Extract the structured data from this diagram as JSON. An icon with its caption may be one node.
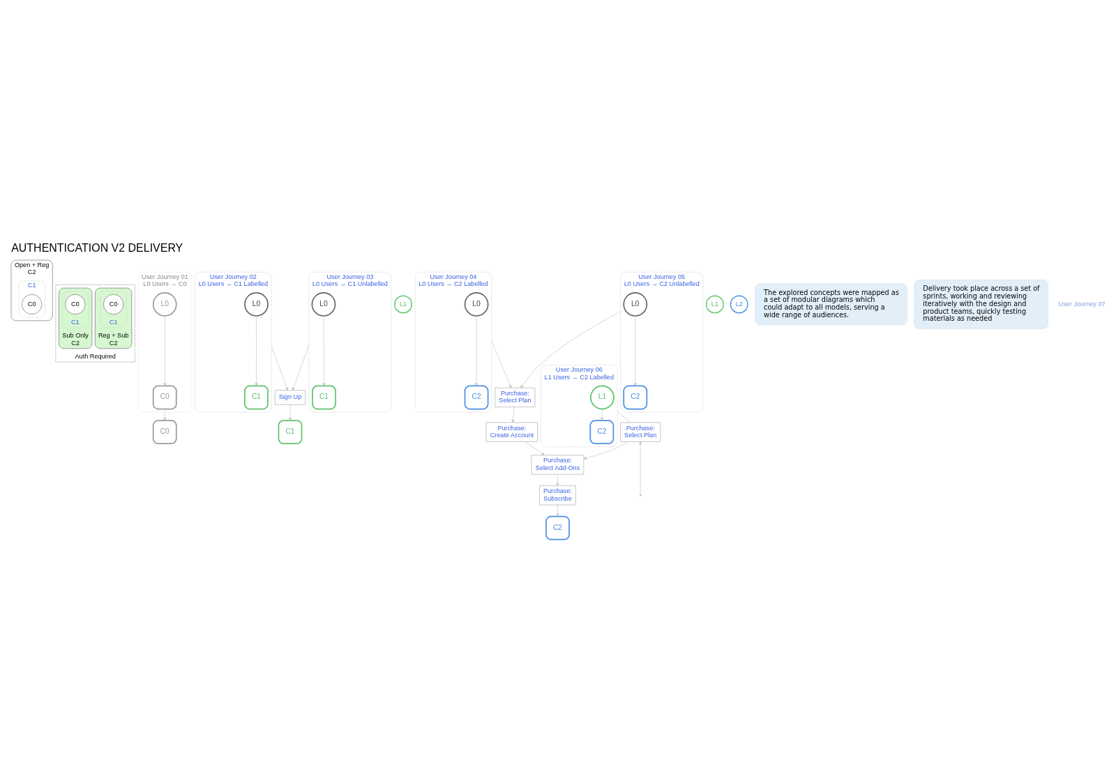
{
  "diagram": {
    "title": "AUTHENTICATION V2 DELIVERY",
    "nodes": [
      {
        "text": [
          "C2"
        ],
        "beside": [
          "Open + Reg"
        ]
      },
      {
        "text": [
          "C1"
        ],
        "in": 0
      },
      {
        "text": [
          "C0"
        ],
        "in": 1
      },
      {
        "text": [
          "Auth Required"
        ]
      },
      {
        "text": [
          "C2"
        ],
        "in": 3,
        "beside": [
          "Reg + Sub"
        ]
      },
      {
        "text": [
          "C1"
        ],
        "in": 4
      },
      {
        "text": [
          "C0"
        ],
        "in": 5
      },
      {
        "text": [
          "C2"
        ],
        "in": 3,
        "beside": [
          "Sub Only"
        ]
      },
      {
        "text": [
          "C1"
        ],
        "in": 7
      },
      {
        "text": [
          "C0"
        ],
        "in": 8
      },
      {
        "text": [
          "User Journey 01",
          "L0 Users → C0"
        ]
      },
      {
        "text": [
          "L0"
        ],
        "in": 10
      },
      {
        "text": [
          "C0"
        ],
        "in": 10
      },
      {
        "text": [
          "C0"
        ]
      },
      {
        "text": [
          "User Journey 02",
          "L0 Users → C1 Labelled"
        ]
      },
      {
        "text": [
          "L0"
        ],
        "in": 14
      },
      {
        "text": [
          "C1"
        ],
        "in": 14
      },
      {
        "text": [
          "Sign Up"
        ]
      },
      {
        "text": [
          "L1"
        ]
      },
      {
        "text": [
          "C1"
        ]
      },
      {
        "text": [
          "User Journey 03",
          "L0 Users → C1 Unlabelled"
        ]
      },
      {
        "text": [
          "L0"
        ],
        "in": 20
      },
      {
        "text": [
          "C1"
        ],
        "in": 20
      },
      {
        "text": [
          "User Journey 04",
          "L0 Users → C2 Labelled"
        ]
      },
      {
        "text": [
          "L0"
        ],
        "in": 23
      },
      {
        "text": [
          "C2"
        ],
        "in": 23
      },
      {
        "text": [
          "User Journey 05",
          "L0 Users → C2 Unlabelled"
        ]
      },
      {
        "text": [
          "L0"
        ],
        "in": 26
      },
      {
        "text": [
          "C2"
        ],
        "in": 26
      },
      {
        "text": [
          "Purchase: Select Plan"
        ]
      },
      {
        "text": [
          "Purchase: Create Account"
        ]
      },
      {
        "text": [
          "L1"
        ]
      },
      {
        "text": [
          "Purchase: Select Add-Ons"
        ]
      },
      {
        "text": [
          "Purchase: Subscribe"
        ]
      },
      {
        "text": [
          "L2"
        ]
      },
      {
        "text": [
          "C2"
        ]
      },
      {
        "text": [
          "Purchase: Select Plan"
        ]
      },
      {
        "text": [
          "User Journey 06",
          "L1 Users → C2 Labelled"
        ]
      },
      {
        "text": [
          "L1"
        ],
        "in": 37
      },
      {
        "text": [
          "C2"
        ],
        "in": 37
      },
      {
        "text": [
          "The explored concepts were mapped as a set of modular diagrams which could adapt to all models, serving a wide range of audiences."
        ]
      },
      {
        "text": [
          "Delivery took place across a set of sprints, working and reviewing iteratively with the design and product teams, quickly testing materials as needed"
        ]
      }
    ],
    "edges": [
      {
        "from": 11,
        "to": 12,
        "arrow": "to"
      },
      {
        "from": 12,
        "to": 13,
        "arrow": "to"
      },
      {
        "from": 15,
        "to": 16,
        "arrow": "to"
      },
      {
        "from": 14,
        "to": 17,
        "arrow": "to"
      },
      {
        "from": 20,
        "to": 17,
        "arrow": "to"
      },
      {
        "from": 21,
        "to": 22,
        "arrow": "to"
      },
      {
        "from": 17,
        "to": 19,
        "arrow": "to"
      },
      {
        "from": 24,
        "to": 25,
        "arrow": "to"
      },
      {
        "from": 23,
        "to": 29,
        "arrow": "to"
      },
      {
        "from": 27,
        "to": 28,
        "arrow": "to"
      },
      {
        "from": 26,
        "to": 29,
        "arrow": "to"
      },
      {
        "from": 29,
        "to": 30,
        "arrow": "to"
      },
      {
        "from": 30,
        "to": 32,
        "arrow": "to"
      },
      {
        "from": 32,
        "to": 33,
        "arrow": "to"
      },
      {
        "from": 33,
        "to": 35,
        "arrow": "to"
      },
      {
        "from": 36,
        "to": 32,
        "arrow": "to"
      },
      {
        "from": 38,
        "to": 39,
        "arrow": "to"
      },
      {
        "from": 37,
        "to": 36,
        "arrow": "none"
      },
      {
        "from": null,
        "to": 36,
        "arrow": "to"
      }
    ],
    "labels": [
      "User Journey 07"
    ]
  }
}
